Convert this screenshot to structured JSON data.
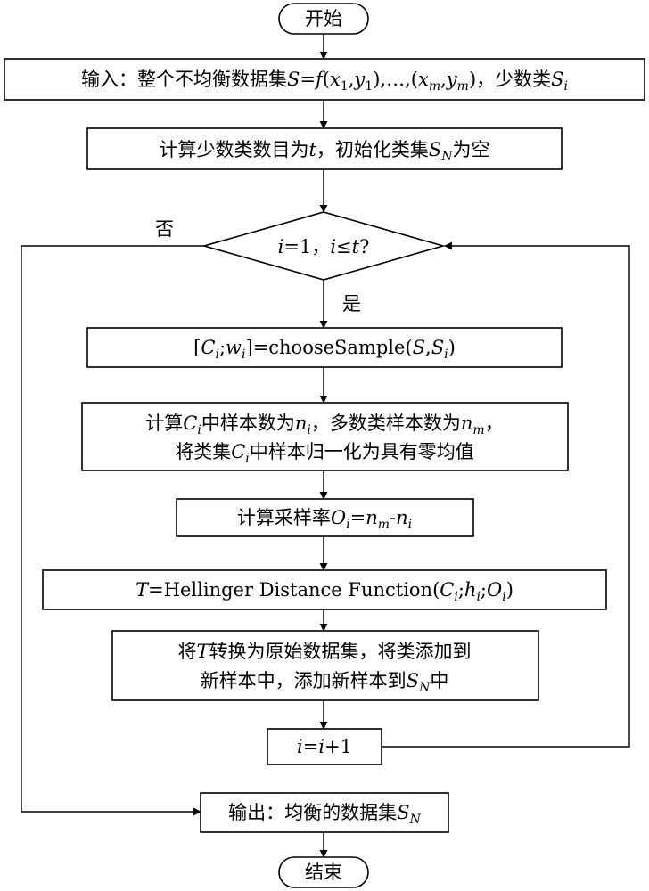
{
  "nodes": {
    "start": "开始",
    "input": {
      "prefix": "输入：整个不均衡数据集",
      "S": "S",
      "eq": "=",
      "f": "f",
      "args_open": "(",
      "x": "x",
      "sub1": "1",
      "comma": ",",
      "y": "y",
      "close": ")",
      "ellipsis": ",…,(",
      "xm_sub": "m",
      "ym_sub": "m",
      "tail": ")，少数类",
      "Si": "S",
      "Si_sub": "i"
    },
    "init": {
      "text1": "计算少数类数目为",
      "t": "t",
      "text2": "，初始化类集",
      "SN": "S",
      "SN_sub": "N",
      "text3": "为空"
    },
    "decision": {
      "i": "i",
      "eq1": "=1，",
      "i2": "i",
      "le": "≤",
      "t": "t",
      "q": "?"
    },
    "choose": {
      "open": "[",
      "C": "C",
      "sub_i": "i",
      "semi": ";",
      "w": "w",
      "close": "]=chooseSample(",
      "S": "S",
      "comma": ",",
      "S2": "S",
      "end": ")"
    },
    "compute_n": {
      "line1_a": "计算",
      "C": "C",
      "sub_i": "i",
      "line1_b": "中样本数为",
      "n": "n",
      "line1_c": "，多数类样本数为",
      "nm": "n",
      "m": "m",
      "line1_d": "，",
      "line2_a": "将类集",
      "line2_b": "中样本归一化为具有零均值"
    },
    "rate": {
      "a": "计算采样率",
      "O": "O",
      "sub_i": "i",
      "eq": "=",
      "n1": "n",
      "m": "m",
      "minus": "-",
      "n2": "n"
    },
    "hellinger": {
      "T": "T",
      "mid": "=Hellinger Distance Function(",
      "C": "C",
      "semi": ";",
      "h": "h",
      "O": "O",
      "sub_i": "i",
      "end": ")"
    },
    "convert": {
      "line1_a": "将",
      "T": "T",
      "line1_b": "转换为原始数据集，将类添加到",
      "line2_a": "新样本中，添加新样本到",
      "S": "S",
      "sub_N": "N",
      "line2_b": "中"
    },
    "increment": {
      "i": "i",
      "eq": "=",
      "i2": "i",
      "plus": "+1"
    },
    "output": {
      "a": "输出：均衡的数据集",
      "S": "S",
      "sub_N": "N"
    },
    "end": "结束"
  },
  "labels": {
    "no": "否",
    "yes": "是"
  }
}
